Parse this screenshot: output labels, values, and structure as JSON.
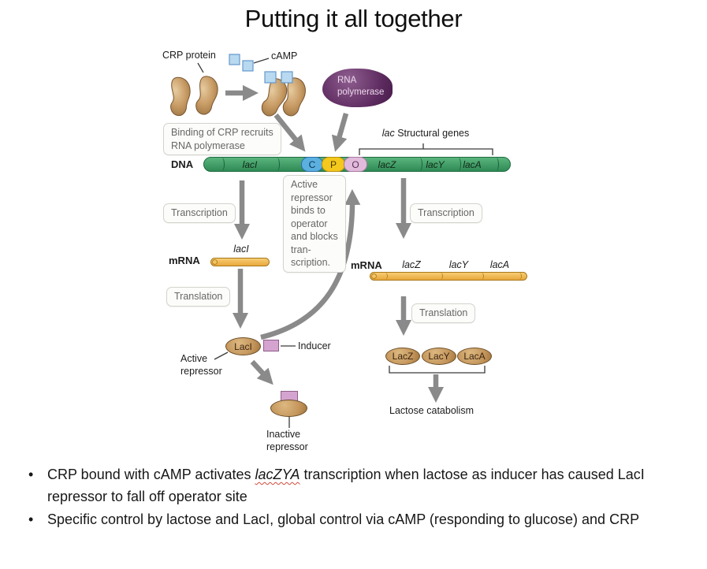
{
  "title": "Putting it all together",
  "diagram": {
    "crp_protein_label": "CRP protein",
    "camp_label": "cAMP",
    "rna_polymerase_label": "RNA\npolymerase",
    "binding_box_text": "Binding of CRP recruits\nRNA polymerase",
    "lac_structural_genes": {
      "italic": "lac",
      "rest": " Structural genes"
    },
    "dna": {
      "label": "DNA",
      "gene_left": "lacI",
      "sites": [
        "C",
        "P",
        "O"
      ],
      "genes_right": [
        "lacZ",
        "lacY",
        "lacA"
      ]
    },
    "repressor_box_text": "Active\nrepressor\nbinds to\noperator\nand blocks\ntran-\nscription.",
    "transcription_left_label": "Transcription",
    "transcription_right_label": "Transcription",
    "translation_left_label": "Translation",
    "translation_right_label": "Translation",
    "mrna_left": {
      "label": "mRNA",
      "gene": "lacI"
    },
    "mrna_right": {
      "label": "mRNA",
      "genes": [
        "lacZ",
        "lacY",
        "lacA"
      ]
    },
    "laci_protein_label": "LacI",
    "active_repressor_label": "Active\nrepressor",
    "inducer_label": "Inducer",
    "inactive_repressor_label": "Inactive\nrepressor",
    "protein_labels": [
      "LacZ",
      "LacY",
      "LacA"
    ],
    "lactose_catabolism_label": "Lactose catabolism",
    "colors": {
      "dna_green": "#3f9e63",
      "dna_border": "#1d6b3f",
      "site_c_blue": "#5cb0e0",
      "site_p_yellow": "#f4c81d",
      "site_o_pink": "#e2bbdc",
      "mrna_orange": "#f0b44f",
      "protein_tan": "#c79a63",
      "rna_polymerase_purple": "#5e2c60",
      "inducer_pink": "#d5a3d0",
      "camp_blue": "#b8d9f0",
      "arrow_gray": "#8a8a8a"
    }
  },
  "bullets": [
    {
      "parts": [
        {
          "text": "CRP bound with cAMP activates "
        },
        {
          "text": "lacZYA",
          "emphasis": "italic-red-wavy-underline"
        },
        {
          "text": " transcription when lactose as inducer has caused LacI repressor to fall off operator site"
        }
      ]
    },
    {
      "parts": [
        {
          "text": "Specific control by lactose and LacI, global control via cAMP (responding to glucose) and CRP"
        }
      ]
    }
  ]
}
